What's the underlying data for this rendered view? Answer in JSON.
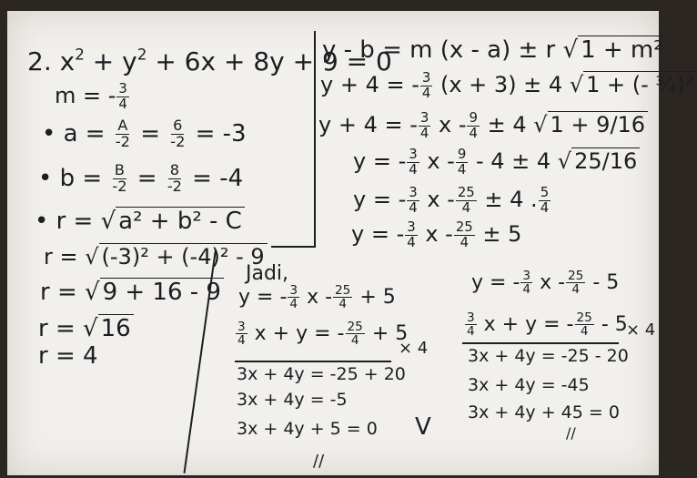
{
  "left": {
    "l1": {
      "a": "2. x",
      "b": "2",
      "c": "+ y",
      "d": "2",
      "e": "+ 6x + 8y + 9 = 0"
    },
    "l2": {
      "a": "m = -",
      "num": "3",
      "den": "4"
    },
    "l3": {
      "a": "• a =",
      "num1": "A",
      "den1": "-2",
      "eq": "=",
      "num2": "6",
      "den2": "-2",
      "b": "= -3"
    },
    "l4": {
      "a": "• b =",
      "num1": "B",
      "den1": "-2",
      "eq": "=",
      "num2": "8",
      "den2": "-2",
      "b": "= -4"
    },
    "l5": {
      "a": "• r = √",
      "rad": "a² + b² - C"
    },
    "l6": {
      "a": "r = √",
      "rad": "(-3)² + (-4)² - 9"
    },
    "l7": {
      "a": "r = √",
      "rad": "9 + 16 - 9"
    },
    "l8": {
      "a": "r = √",
      "rad": "16"
    },
    "l9": "r = 4"
  },
  "right": {
    "l1": {
      "a": "y - b = m (x - a) ± r √",
      "rad": "1 + m²"
    },
    "l2": {
      "a": "y + 4 = -",
      "num": "3",
      "den": "4",
      "b": "(x + 3) ± 4 √",
      "rad": "1 + (- ¾)²"
    },
    "l3": {
      "a": "y + 4 = -",
      "num1": "3",
      "den1": "4",
      "b": "x -",
      "num2": "9",
      "den2": "4",
      "c": "± 4 √",
      "rad": "1 + 9/16"
    },
    "l4": {
      "a": "y = -",
      "num1": "3",
      "den1": "4",
      "b": "x -",
      "num2": "9",
      "den2": "4",
      "c": "- 4 ± 4 √",
      "rad": "25/16"
    },
    "l5": {
      "a": "y = -",
      "num1": "3",
      "den1": "4",
      "b": "x -",
      "num2": "25",
      "den2": "4",
      "c": "± 4 .",
      "num3": "5",
      "den3": "4"
    },
    "l6": {
      "a": "y = -",
      "num1": "3",
      "den1": "4",
      "b": "x -",
      "num2": "25",
      "den2": "4",
      "c": "± 5"
    }
  },
  "conclusion": {
    "jadi": "Jadi,",
    "a1": {
      "a": "y = -",
      "num1": "3",
      "den1": "4",
      "b": "x -",
      "num2": "25",
      "den2": "4",
      "c": "+ 5"
    },
    "a2": {
      "num1": "3",
      "den1": "4",
      "a": "x + y = -",
      "num2": "25",
      "den2": "4",
      "b": "+ 5"
    },
    "a2x": "× 4",
    "a3": "3x + 4y = -25 + 20",
    "a4": "3x + 4y = -5",
    "a5": "3x + 4y + 5 = 0",
    "a5mark": "V",
    "a5end": "//",
    "b1": {
      "a": "y = -",
      "num1": "3",
      "den1": "4",
      "b": "x -",
      "num2": "25",
      "den2": "4",
      "c": "- 5"
    },
    "b2": {
      "num1": "3",
      "den1": "4",
      "a": "x + y = -",
      "num2": "25",
      "den2": "4",
      "b": "- 5"
    },
    "b2x": "× 4",
    "b3": "3x + 4y = -25 - 20",
    "b4": "3x + 4y = -45",
    "b5": "3x + 4y + 45 = 0",
    "b5end": "//"
  }
}
